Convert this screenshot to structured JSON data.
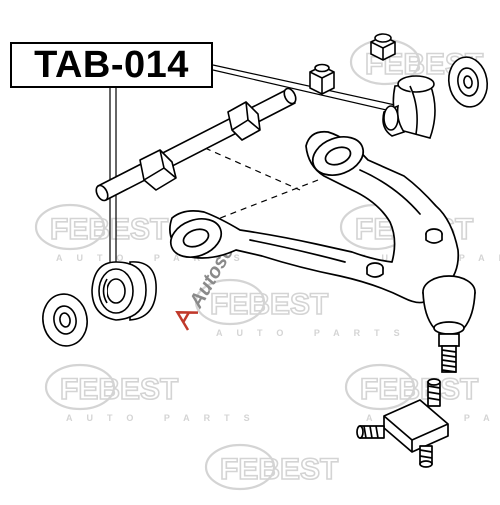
{
  "diagram": {
    "part_number": "TAB-014",
    "watermark": {
      "brand": "FEBEST",
      "subline": "AUTO PARTS",
      "seller_mark": "Autoseft"
    },
    "colors": {
      "ink": "#000000",
      "watermark_gray": "#d4d4d4",
      "watermark_accent": "#c0392b",
      "watermark_seller": "#8a8a8a"
    },
    "parts": [
      "bushing-pair",
      "washer-left",
      "shaft-with-bushings",
      "nut-top",
      "nut-small",
      "bushing-right",
      "washer-right",
      "upper-control-arm",
      "ball-joint",
      "ball-joint-mount-plate"
    ]
  }
}
